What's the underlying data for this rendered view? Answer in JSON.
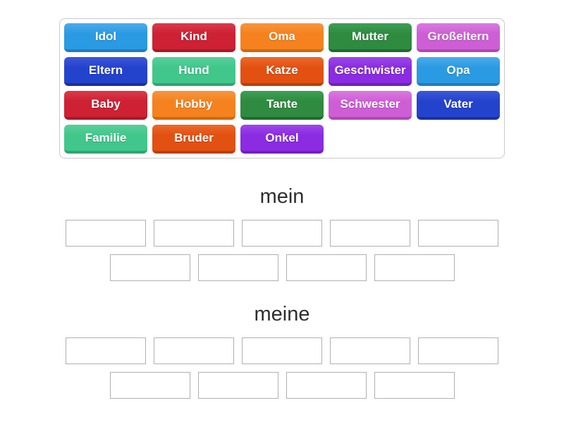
{
  "word_bank": {
    "tiles": [
      {
        "label": "Idol",
        "color": "blue"
      },
      {
        "label": "Kind",
        "color": "crimson"
      },
      {
        "label": "Oma",
        "color": "orange"
      },
      {
        "label": "Mutter",
        "color": "green"
      },
      {
        "label": "Großeltern",
        "color": "orchid"
      },
      {
        "label": "Eltern",
        "color": "royal_blue"
      },
      {
        "label": "Hund",
        "color": "sea_green"
      },
      {
        "label": "Katze",
        "color": "orange_red"
      },
      {
        "label": "Geschwister",
        "color": "purple"
      },
      {
        "label": "Opa",
        "color": "blue"
      },
      {
        "label": "Baby",
        "color": "crimson"
      },
      {
        "label": "Hobby",
        "color": "orange"
      },
      {
        "label": "Tante",
        "color": "green"
      },
      {
        "label": "Schwester",
        "color": "orchid"
      },
      {
        "label": "Vater",
        "color": "royal_blue"
      },
      {
        "label": "Familie",
        "color": "sea_green"
      },
      {
        "label": "Bruder",
        "color": "orange_red"
      },
      {
        "label": "Onkel",
        "color": "purple"
      }
    ],
    "palette": {
      "blue": {
        "top": "#4BACEA",
        "main": "#2A9AE3",
        "edge": "#1E7EC2"
      },
      "crimson": {
        "top": "#DA3B4B",
        "main": "#CE2133",
        "edge": "#A81927"
      },
      "orange": {
        "top": "#F7963E",
        "main": "#F5821E",
        "edge": "#D2690C"
      },
      "green": {
        "top": "#3FA054",
        "main": "#2E8B40",
        "edge": "#1F6B2F"
      },
      "orchid": {
        "top": "#DA7AE0",
        "main": "#CE5ED6",
        "edge": "#AC49B6"
      },
      "royal_blue": {
        "top": "#3C59D8",
        "main": "#2443CD",
        "edge": "#1A309F"
      },
      "sea_green": {
        "top": "#59CF9C",
        "main": "#41C78B",
        "edge": "#30A572"
      },
      "orange_red": {
        "top": "#EB6A2B",
        "main": "#E25112",
        "edge": "#BC3F07"
      },
      "purple": {
        "top": "#9C49E8",
        "main": "#8B2BE2",
        "edge": "#7120BC"
      }
    }
  },
  "groups": [
    {
      "title": "mein",
      "slot_rows": [
        5,
        4
      ]
    },
    {
      "title": "meine",
      "slot_rows": [
        5,
        4
      ]
    }
  ],
  "theme": {
    "page_bg": "#ffffff",
    "bank_border": "#c9c9c9",
    "slot_border": "#b0b0b0",
    "tile_text": "#ffffff",
    "heading_text": "#2e2e2e"
  }
}
